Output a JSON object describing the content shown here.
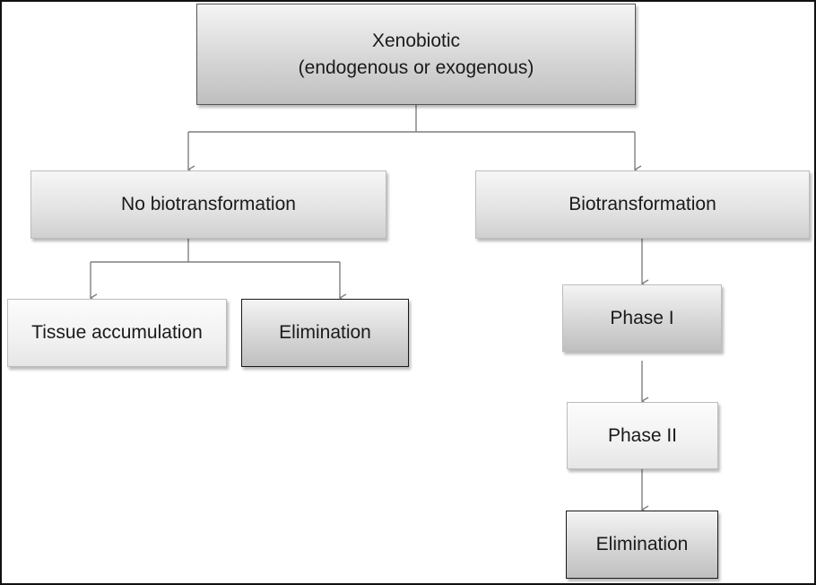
{
  "diagram": {
    "nodes": {
      "xenobiotic": {
        "label": "Xenobiotic\n(endogenous or exogenous)"
      },
      "no_biotransformation": {
        "label": "No biotransformation"
      },
      "biotransformation": {
        "label": "Biotransformation"
      },
      "tissue_accumulation": {
        "label": "Tissue accumulation"
      },
      "elimination_direct": {
        "label": "Elimination"
      },
      "phase_1": {
        "label": "Phase I"
      },
      "phase_2": {
        "label": "Phase II"
      },
      "elimination_after_phases": {
        "label": "Elimination"
      }
    },
    "edges": [
      {
        "from": "xenobiotic",
        "to": "no_biotransformation"
      },
      {
        "from": "xenobiotic",
        "to": "biotransformation"
      },
      {
        "from": "no_biotransformation",
        "to": "tissue_accumulation"
      },
      {
        "from": "no_biotransformation",
        "to": "elimination_direct"
      },
      {
        "from": "biotransformation",
        "to": "phase_1"
      },
      {
        "from": "phase_1",
        "to": "phase_2"
      },
      {
        "from": "phase_2",
        "to": "elimination_after_phases"
      }
    ],
    "colors": {
      "connector": "#7f7f7f",
      "border": "#1a1a1a"
    }
  }
}
